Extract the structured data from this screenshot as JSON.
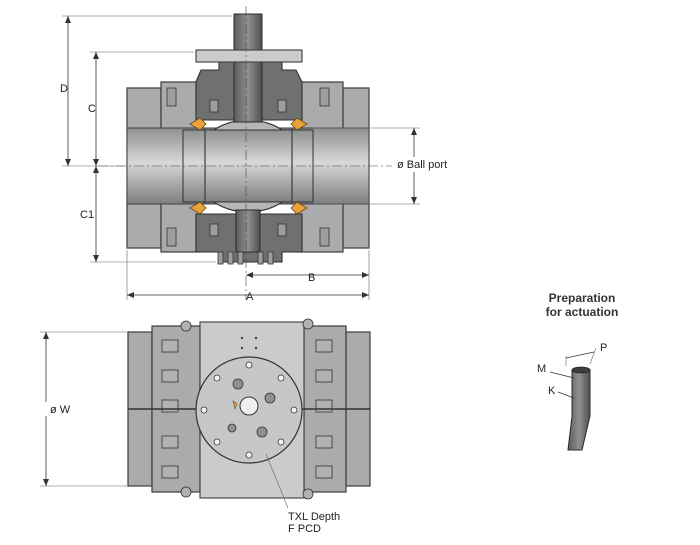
{
  "labels": {
    "d": "D",
    "c": "C",
    "c1": "C1",
    "ball_port": "ø Ball port",
    "b": "B",
    "a": "A",
    "w": "ø W",
    "txl_depth": "TXL Depth",
    "f_pcd": "F PCD"
  },
  "actuation": {
    "heading_line1": "Preparation",
    "heading_line2": "for actuation",
    "m": "M",
    "p": "P",
    "k": "K"
  },
  "colors": {
    "body_grey": "#a9abad",
    "dark_grey": "#6e7072",
    "seat_orange": "#e8a23a"
  }
}
